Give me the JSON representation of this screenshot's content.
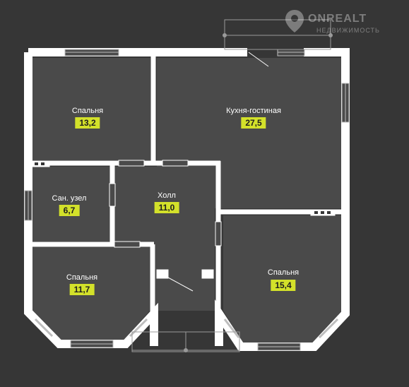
{
  "watermark": {
    "brand": "ONREALT",
    "subtitle": "НЕДВИЖИМОСТЬ",
    "icon": "map-pin-icon"
  },
  "rooms": {
    "bedroom_top_left": {
      "label": "Спальня",
      "area": "13,2"
    },
    "kitchen_living": {
      "label": "Кухня-гостиная",
      "area": "27,5"
    },
    "bathroom": {
      "label": "Сан. узел",
      "area": "6,7"
    },
    "hall": {
      "label": "Холл",
      "area": "11,0"
    },
    "bedroom_bottom_left": {
      "label": "Спальня",
      "area": "11,7"
    },
    "bedroom_bottom_right": {
      "label": "Спальня",
      "area": "15,4"
    }
  },
  "colors": {
    "background": "#363636",
    "floor": "#4a4a4a",
    "wall": "#ffffff",
    "area_badge": "#d3e12a"
  }
}
